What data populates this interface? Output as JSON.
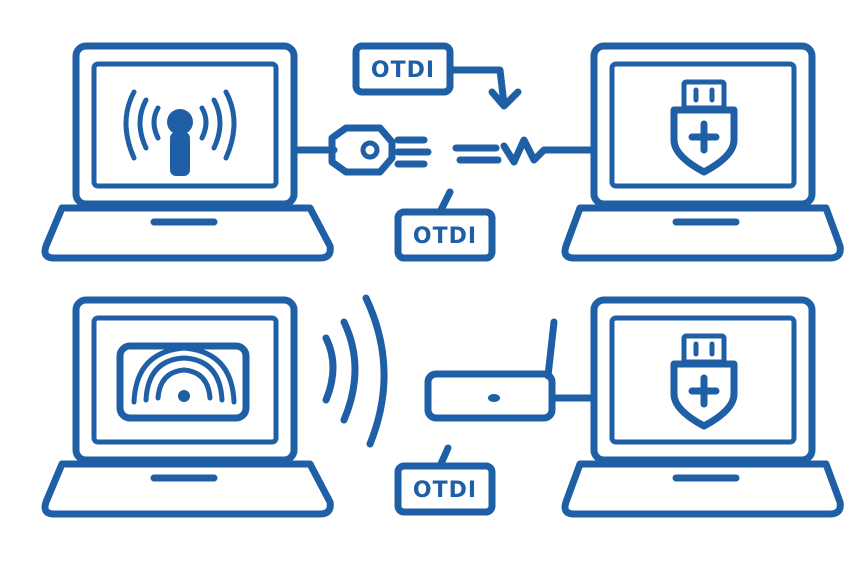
{
  "diagram": {
    "tags": [
      {
        "id": "tag-top",
        "text": "OTDI"
      },
      {
        "id": "tag-middle",
        "text": "OTDI"
      },
      {
        "id": "tag-bottom",
        "text": "OTDI"
      }
    ],
    "icons": {
      "laptop_top_left_screen": "broadcast-tower-icon",
      "laptop_top_right_screen": "usb-drive-icon",
      "laptop_bottom_left_screen": "wireless-signal-icon",
      "laptop_bottom_right_screen": "usb-drive-icon",
      "cable": "plug-connector-icon",
      "router": "wireless-router-icon"
    },
    "colors": {
      "ink": "#1f5fa6",
      "background": "#ffffff"
    }
  }
}
